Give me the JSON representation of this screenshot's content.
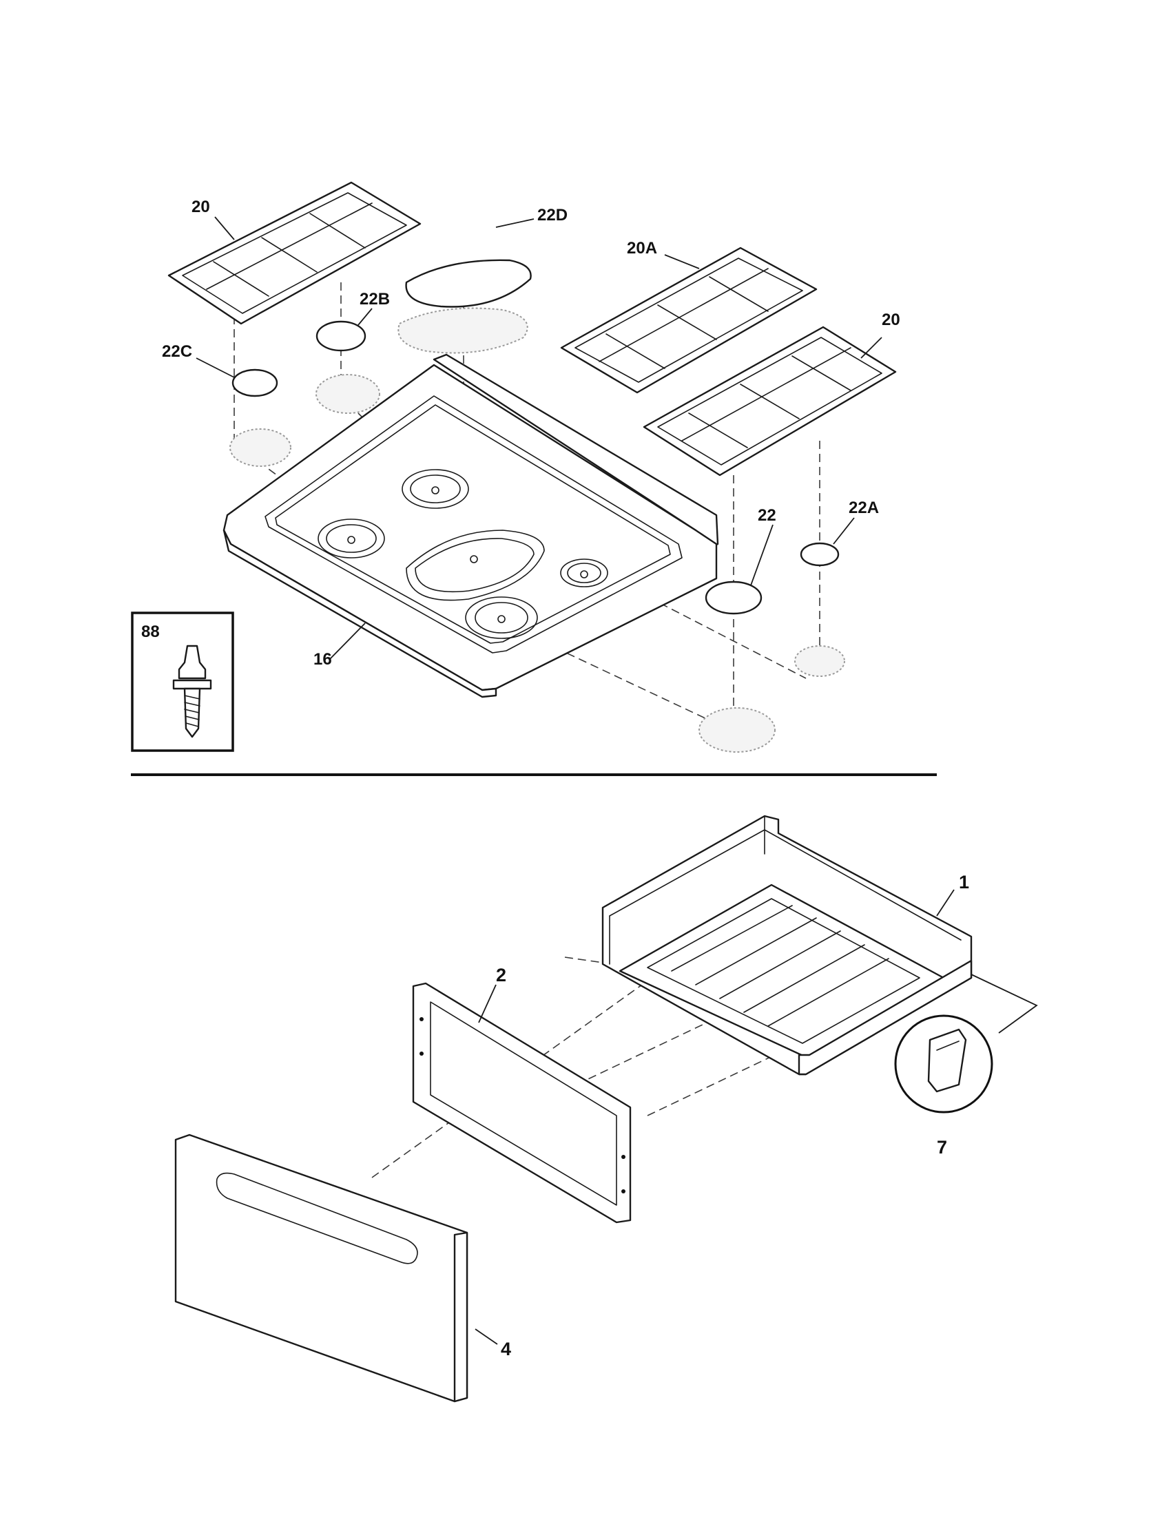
{
  "labels": {
    "grate_left": "20",
    "cap_22d": "22D",
    "grate_20a": "20A",
    "cap_22b": "22B",
    "grate_right": "20",
    "cap_22c": "22C",
    "cap_22": "22",
    "cap_22a": "22A",
    "screw": "88",
    "cooktop": "16",
    "drawer_body": "1",
    "drawer_liner": "2",
    "clip": "7",
    "drawer_front": "4"
  }
}
